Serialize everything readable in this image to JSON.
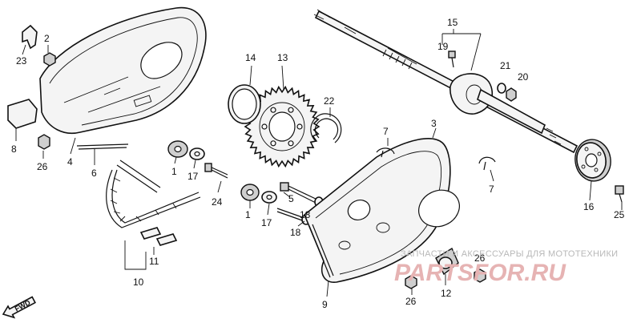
{
  "labels": {
    "l1a": "1",
    "l1b": "1",
    "l2": "2",
    "l3": "3",
    "l4": "4",
    "l5": "5",
    "l6": "6",
    "l7a": "7",
    "l7b": "7",
    "l8": "8",
    "l9": "9",
    "l10": "10",
    "l11": "11",
    "l12": "12",
    "l13": "13",
    "l14": "14",
    "l15": "15",
    "l16": "16",
    "l17a": "17",
    "l17b": "17",
    "l18a": "18",
    "l18b": "18",
    "l19": "19",
    "l20": "20",
    "l21": "21",
    "l22": "22",
    "l23": "23",
    "l24": "24",
    "l25": "25",
    "l26a": "26",
    "l26b": "26",
    "l26c": "26"
  },
  "direction_marker": "FWD",
  "watermark": {
    "tagline": "ЗАПЧАСТИ И АКСЕССУАРЫ ДЛЯ МОТОТЕХНИКИ",
    "brand": "PARTSFOR.RU"
  }
}
